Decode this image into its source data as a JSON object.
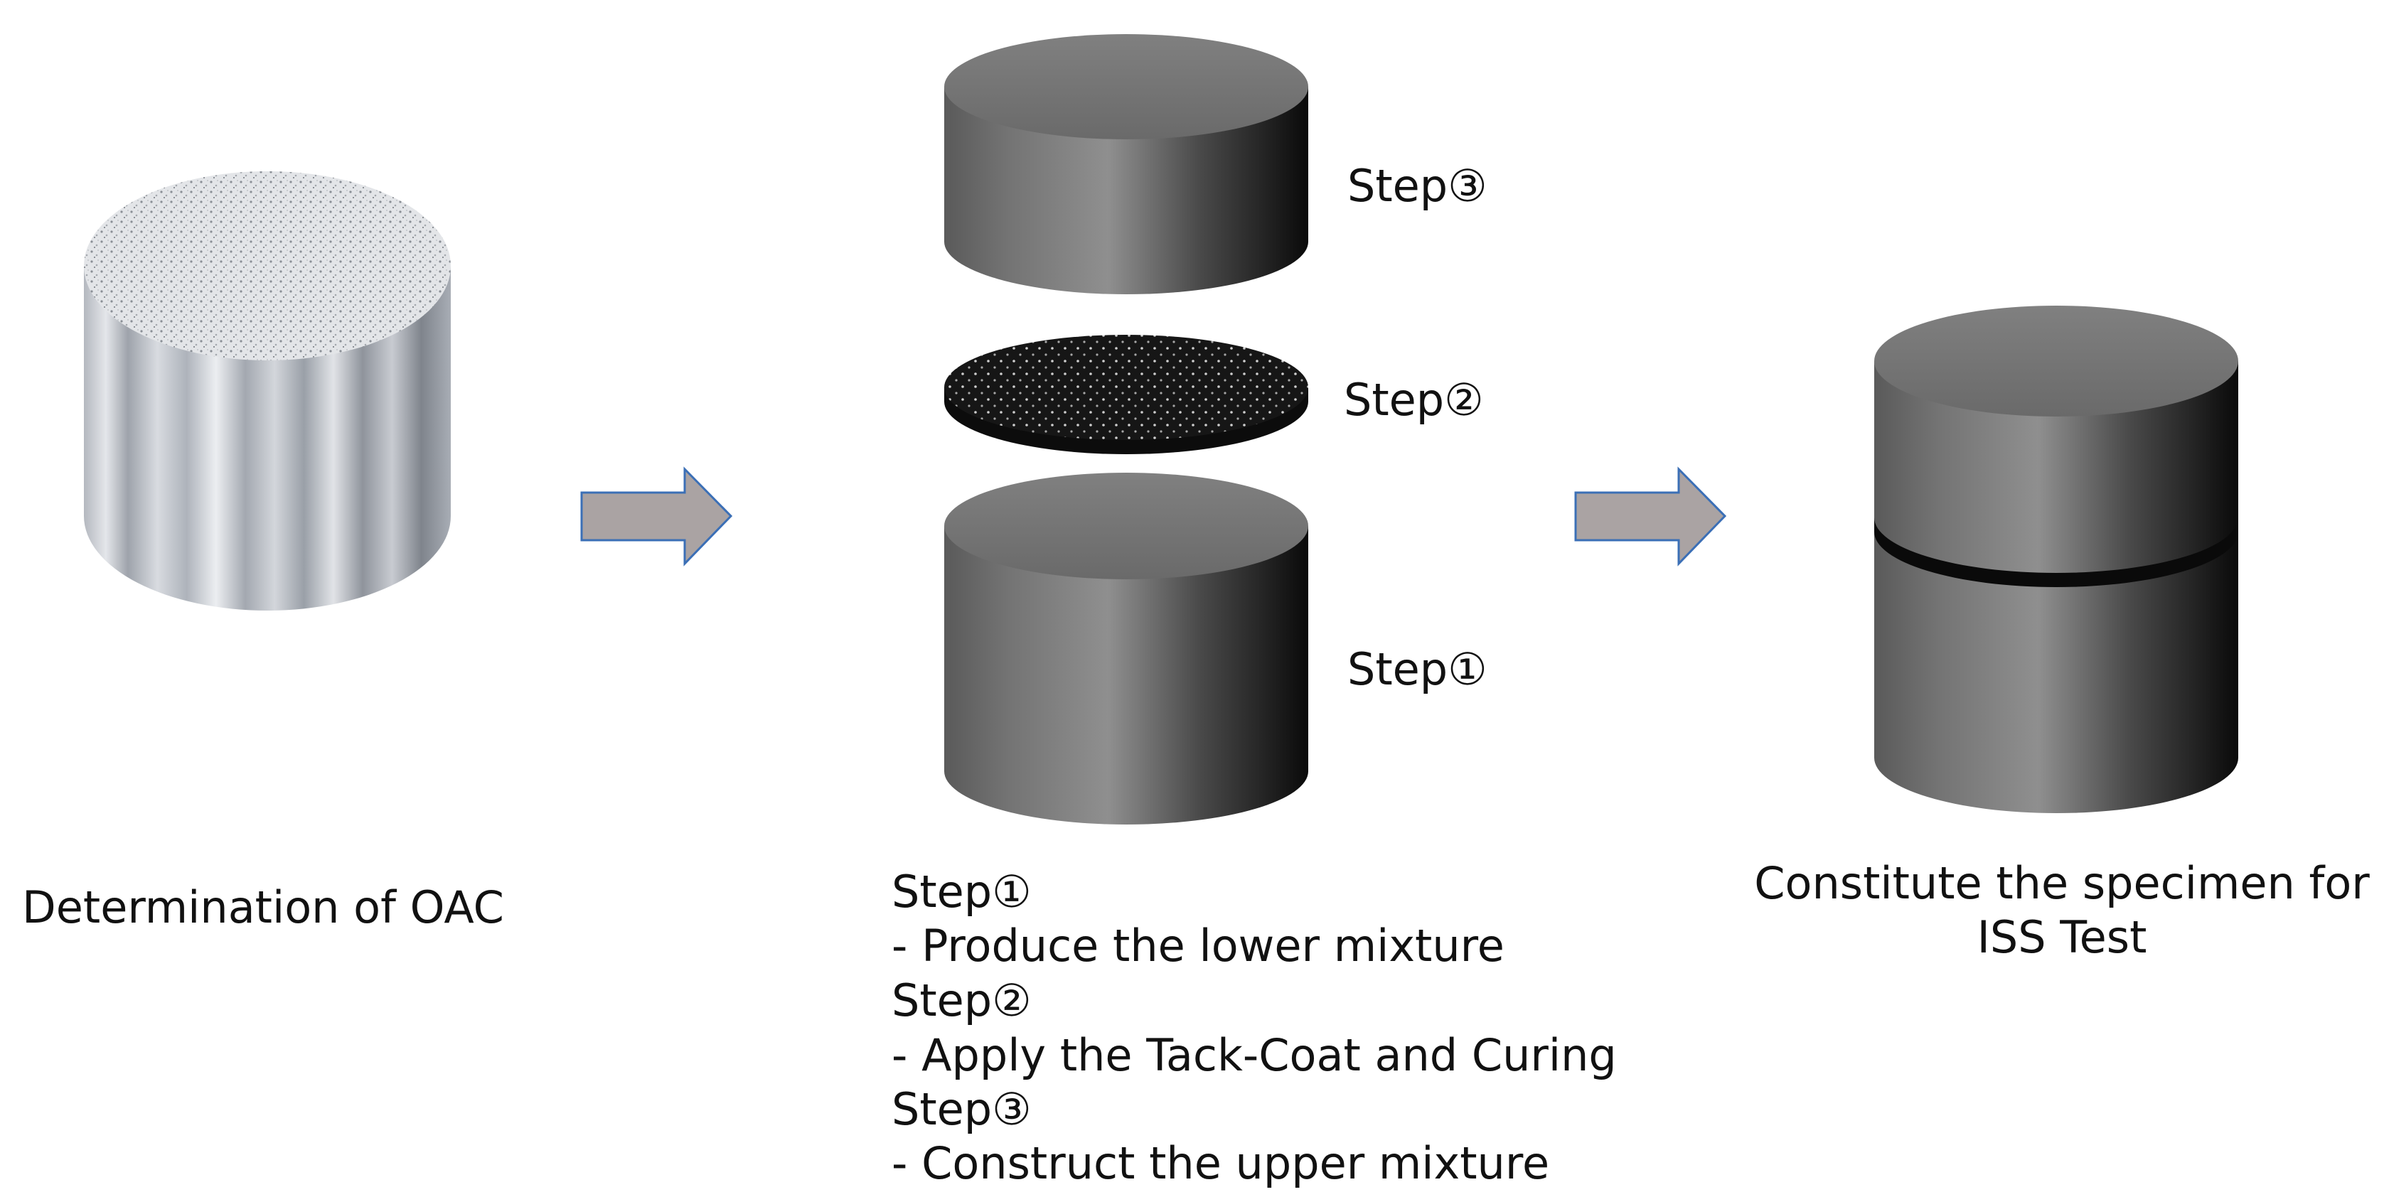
{
  "stages": {
    "first": {
      "caption": "Determination of OAC"
    },
    "middle": {
      "labels": {
        "step3": "Step③",
        "step2": "Step②",
        "step1": "Step①"
      },
      "description": [
        "Step①",
        "- Produce the lower mixture",
        "Step②",
        "- Apply the Tack-Coat and Curing",
        "Step③",
        "- Construct the upper mixture"
      ]
    },
    "last": {
      "caption_line1": "Constitute the specimen for",
      "caption_line2": "ISS Test"
    }
  },
  "colors": {
    "arrow_fill": "#aaa3a3",
    "arrow_stroke": "#3b6fb6",
    "cylinder_light": "#8c8c8c",
    "cylinder_dark": "#0c0c0c",
    "cylinder_top": "#7a7a7a"
  }
}
